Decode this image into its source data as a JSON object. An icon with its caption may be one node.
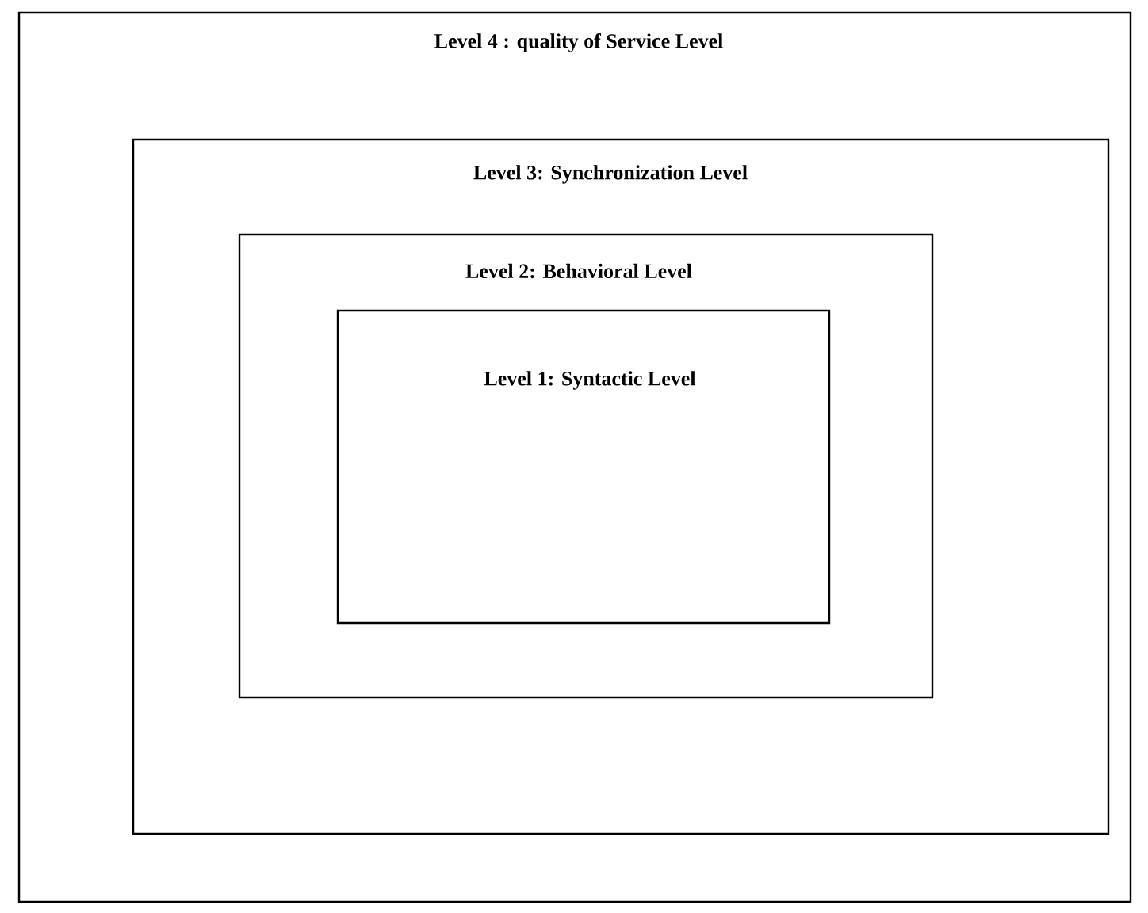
{
  "diagram": {
    "nodes": [
      {
        "text": [
          "Level 4 : quality of Service Level"
        ]
      },
      {
        "text": [
          "Level 3: Synchronization Level"
        ],
        "in": 0
      },
      {
        "text": [
          "Level 2: Behavioral Level"
        ],
        "in": 1
      },
      {
        "text": [
          "Level 1: Syntactic Level"
        ],
        "in": 2
      }
    ]
  }
}
